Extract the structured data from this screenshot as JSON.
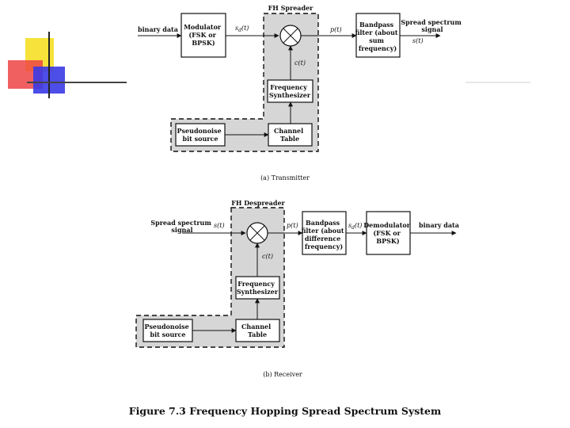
{
  "figure_caption": "Figure 7.3  Frequency Hopping Spread Spectrum System",
  "colors": {
    "accent_yellow": "#f6e23a",
    "accent_red": "#ee4444",
    "accent_blue": "#3a3ae6",
    "region_fill": "#d6d6d6"
  },
  "transmitter": {
    "caption": "(a) Transmitter",
    "region_label": "FH Spreader",
    "input_label": "binary data",
    "modulator": [
      "Modulator",
      "(FSK or",
      "BPSK)"
    ],
    "mixer_icon": "multiplier-circle-x-icon",
    "bandpass": [
      "Bandpass",
      "filter (about",
      "sum",
      "frequency)"
    ],
    "synthesizer": [
      "Frequency",
      "Synthesizer"
    ],
    "channel_table": [
      "Channel",
      "Table"
    ],
    "pn_source": [
      "Pseudonoise",
      "bit source"
    ],
    "signal_sd": "s_d(t)",
    "signal_p": "p(t)",
    "signal_c": "c(t)",
    "signal_s": "s(t)",
    "output_label": [
      "Spread spectrum",
      "signal"
    ]
  },
  "receiver": {
    "caption": "(b) Receiver",
    "region_label": "FH Despreader",
    "input_label": [
      "Spread spectrum",
      "signal"
    ],
    "signal_s": "s(t)",
    "mixer_icon": "multiplier-circle-x-icon",
    "signal_p": "p(t)",
    "bandpass": [
      "Bandpass",
      "filter (about",
      "difference",
      "frequency)"
    ],
    "signal_sd": "s_d(t)",
    "demodulator": [
      "Demodulator",
      "(FSK or",
      "BPSK)"
    ],
    "output_label": "binary data",
    "synthesizer": [
      "Frequency",
      "Synthesizer"
    ],
    "signal_c": "c(t)",
    "channel_table": [
      "Channel",
      "Table"
    ],
    "pn_source": [
      "Pseudonoise",
      "bit source"
    ]
  }
}
